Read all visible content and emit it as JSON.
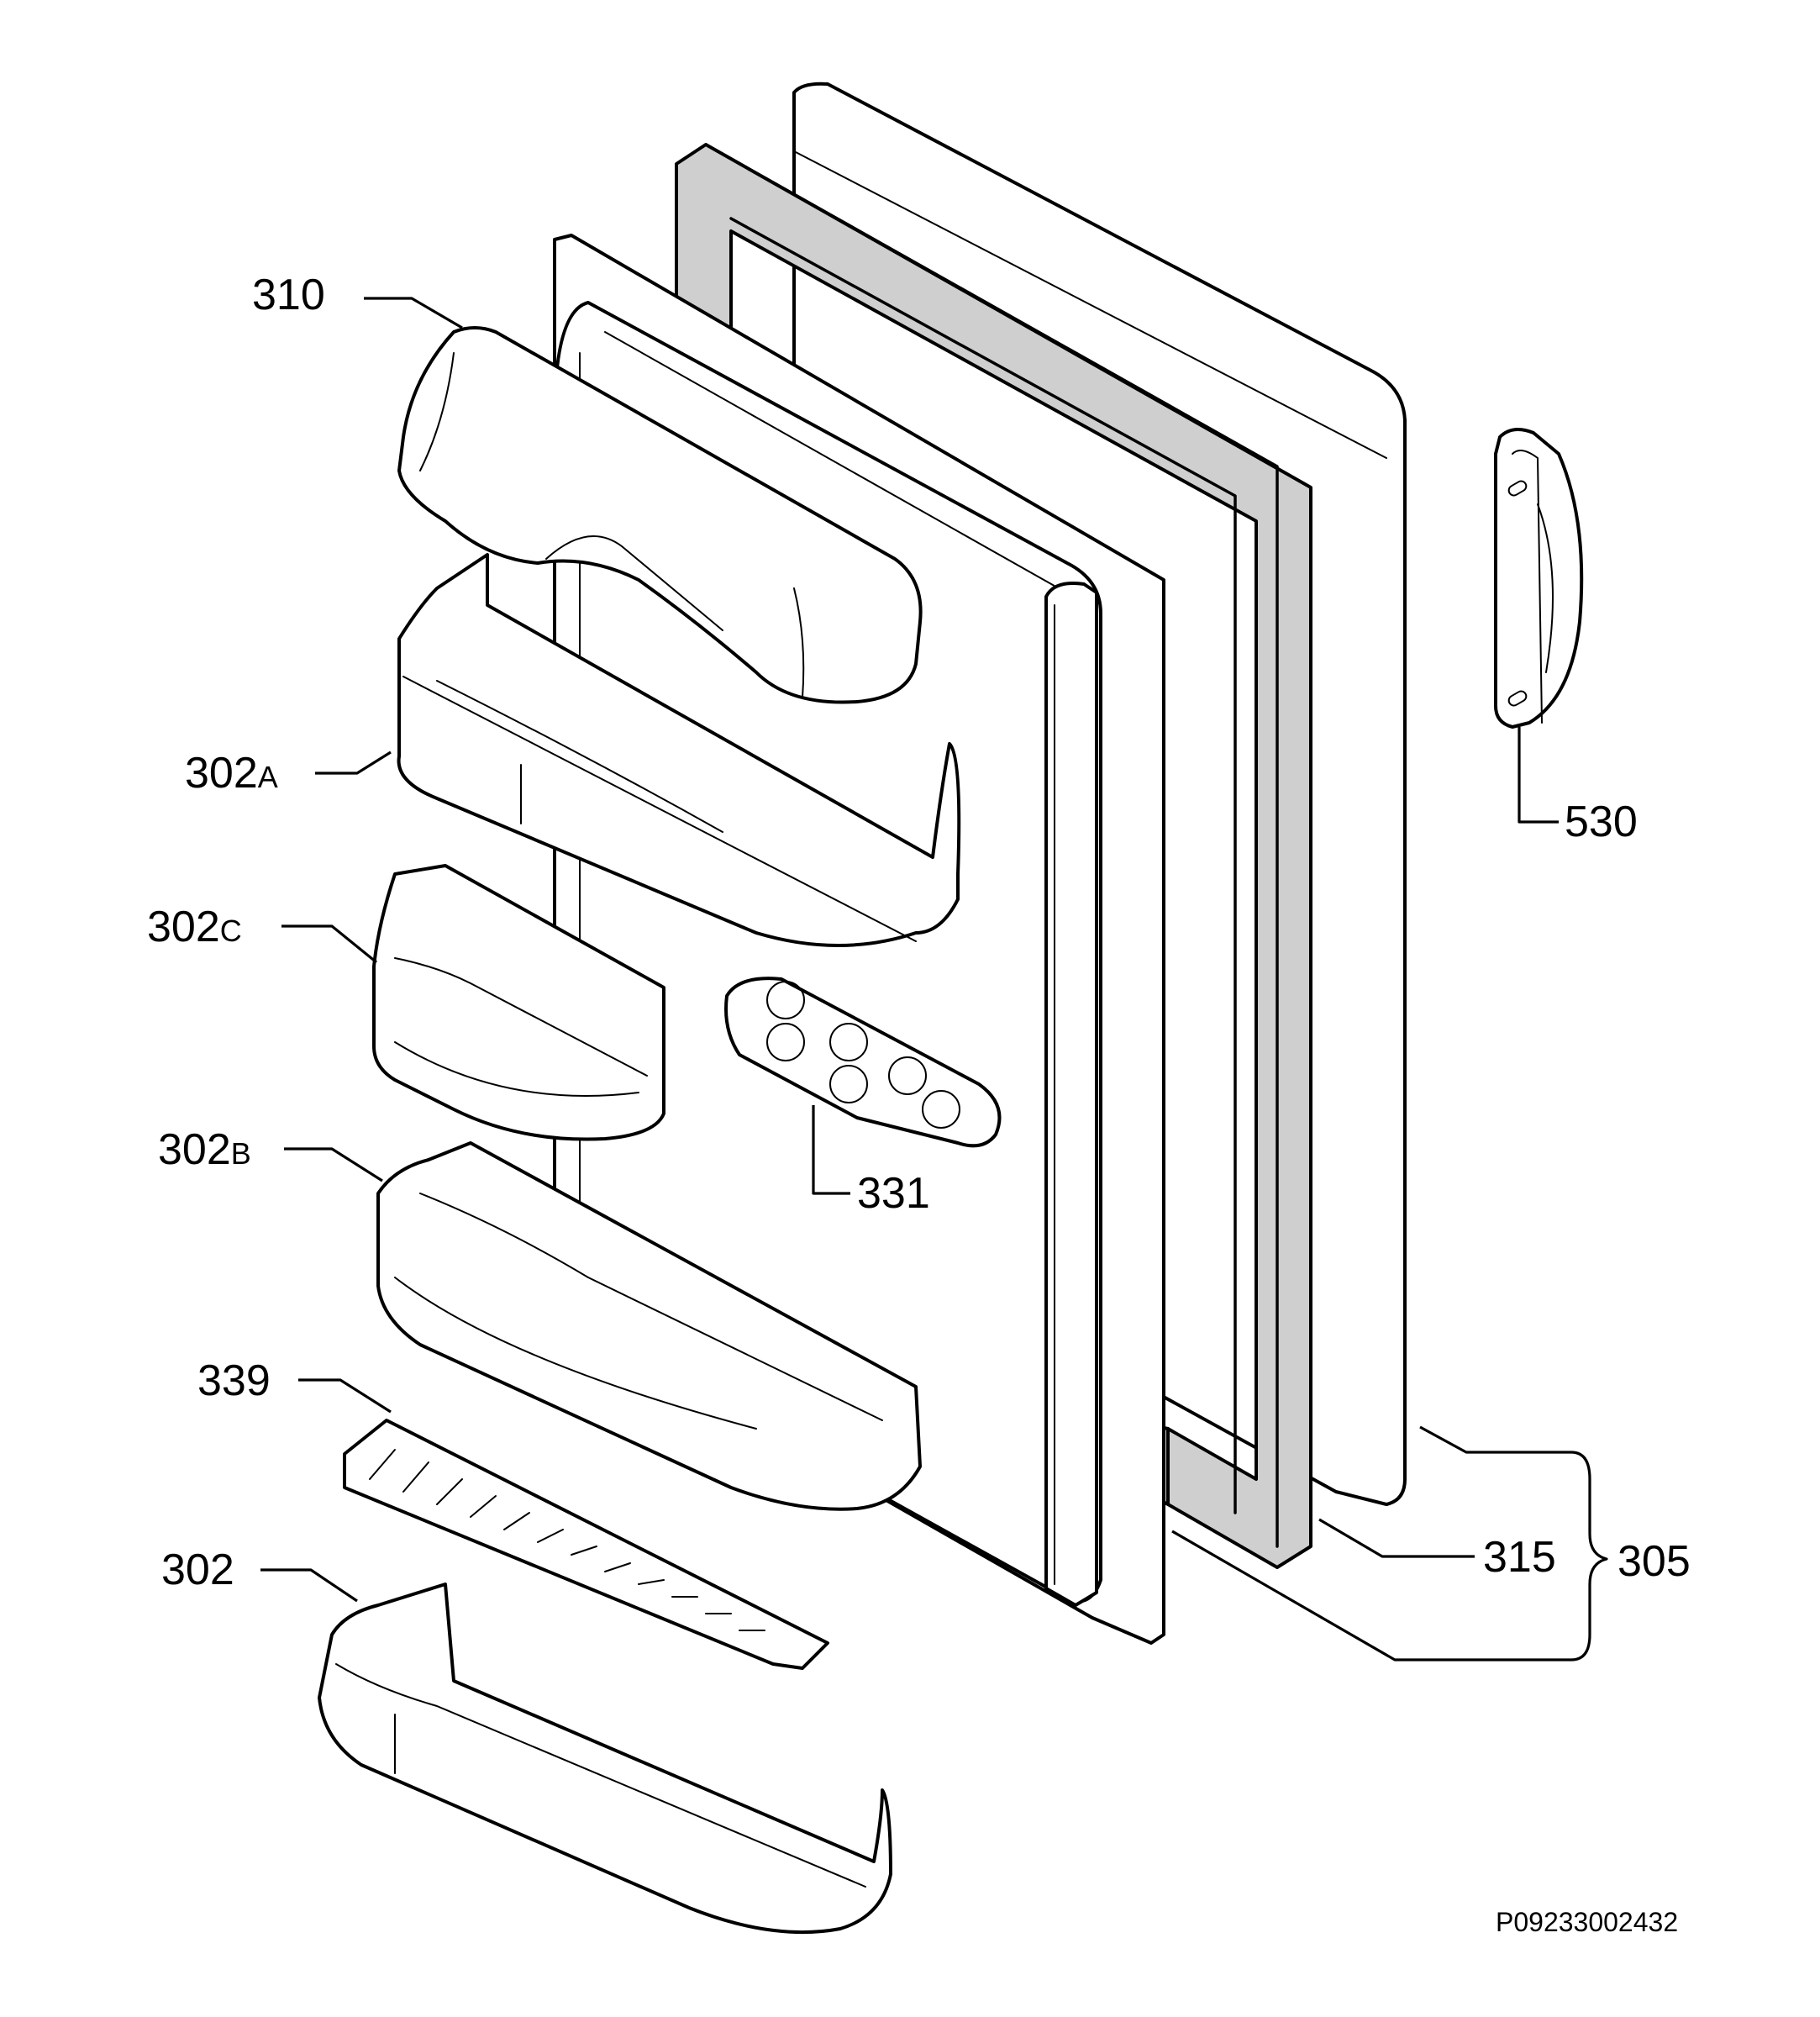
{
  "diagram": {
    "reference_code": "P09233002432",
    "callouts": {
      "c310": {
        "number": "310"
      },
      "c302a": {
        "number": "302",
        "suffix": "A"
      },
      "c302c": {
        "number": "302",
        "suffix": "C"
      },
      "c302b": {
        "number": "302",
        "suffix": "B"
      },
      "c339": {
        "number": "339"
      },
      "c302": {
        "number": "302"
      },
      "c331": {
        "number": "331"
      },
      "c530": {
        "number": "530"
      },
      "c315": {
        "number": "315"
      },
      "c305": {
        "number": "305"
      }
    }
  }
}
